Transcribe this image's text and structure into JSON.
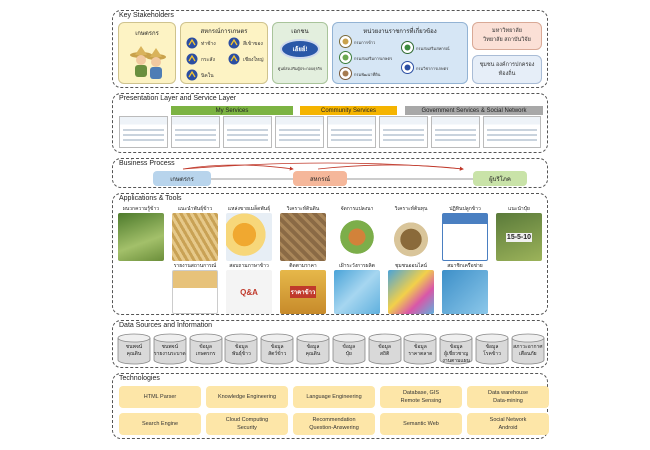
{
  "stakeholders": {
    "title": "Key Stakeholders",
    "farmer": "เกษตรกร",
    "coop": {
      "title": "สหกรณ์การเกษตร",
      "items": [
        "ท่าช้าง",
        "สีเข้าของ",
        "กระสัง",
        "เชียงใหญ่",
        "นิคใน"
      ]
    },
    "private": {
      "title": "เอกชน",
      "logo_text": "เฮ้ยย์!",
      "caption": "ศูนย์ส่งเสริมผู้ประกอบธุรกิจ"
    },
    "gov": {
      "title": "หน่วยงานราชการที่เกี่ยวข้อง",
      "items": [
        "กรมการข้าว",
        "กรมส่งเสริมการเกษตร",
        "กรมพัฒนาที่ดิน",
        "กรมส่งเสริมสหกรณ์",
        "กรมวิชาการเกษตร"
      ]
    },
    "univ": "มหาวิทยาลัย\nวิทยาลัย สถาบันวิจัย",
    "community": "ชุมชน องค์การปกครอง\nท้องถิ่น"
  },
  "presentation": {
    "title": "Presentation Layer and Service Layer",
    "tabs": [
      "My Services",
      "Community Services",
      "Government Services & Social Network"
    ],
    "colors": [
      "#7cb342",
      "#f5b400",
      "#a8a8a8"
    ]
  },
  "business": {
    "title": "Business Process",
    "nodes": [
      "เกษตรกร",
      "สหกรณ์",
      "ผู้บริโภค"
    ],
    "colors": [
      "#b8d4ec",
      "#f5b79a",
      "#c9e3a8"
    ]
  },
  "apps": {
    "title": "Applications & Tools",
    "row1": [
      "ผนวกความรู้ข้าว",
      "แนะนำพันธุ์ข้าว",
      "แหล่งขายเมล็ดพันธุ์",
      "วิเคราะห์ดินดิน",
      "จัดการแปลงนา",
      "วิเคราะห์ต้นทุน",
      "ปฏิทินปลูกข้าว",
      "แนะนำปุ๋ย"
    ],
    "row2": [
      "รายงานสถานการณ์",
      "สอบถามภาษาข้าว",
      "ติดตามราคา",
      "เฝ้าระวังการผลิต",
      "ชุมชนออนไลน์",
      "สมาชิกเครือข่าย"
    ],
    "badges": {
      "fb": "15-5-10",
      "qa": "Q&A",
      "price": "ราคาข้าว"
    }
  },
  "datasources": {
    "title": "Data Sources and Information",
    "items": [
      "ชนพจน์\nคุณดิน",
      "ชนพจน์\nรายงานระบาด",
      "ข้อมูล\nเกษตรกร",
      "ข้อมูล\nพันธุ์ข้าว",
      "ข้อมูล\nสัตว์ข้าว",
      "ข้อมูล\nคุณดิน",
      "ข้อมูล\nปุ๋ย",
      "ข้อมูล\nสถิติ",
      "ข้อมูล\nราคาตลาด",
      "ข้อมูล\nผู้เชี่ยวชาญ\nงานตามแผน",
      "ข้อมูล\nโรคข้าว",
      "สภาวะอากาศ\nเตือนภัย"
    ]
  },
  "technologies": {
    "title": "Technologies",
    "items": [
      "HTML Parser",
      "Knowledge Engineering",
      "Language Engineering",
      "Database, GIS\nRemote Sensing",
      "Data warehouse\nData-mining",
      "Search Engine",
      "Cloud Computing\nSecurity",
      "Recommendation\nQuestion-Answering",
      "Semantic Web",
      "Social Network\nAndroid"
    ]
  }
}
